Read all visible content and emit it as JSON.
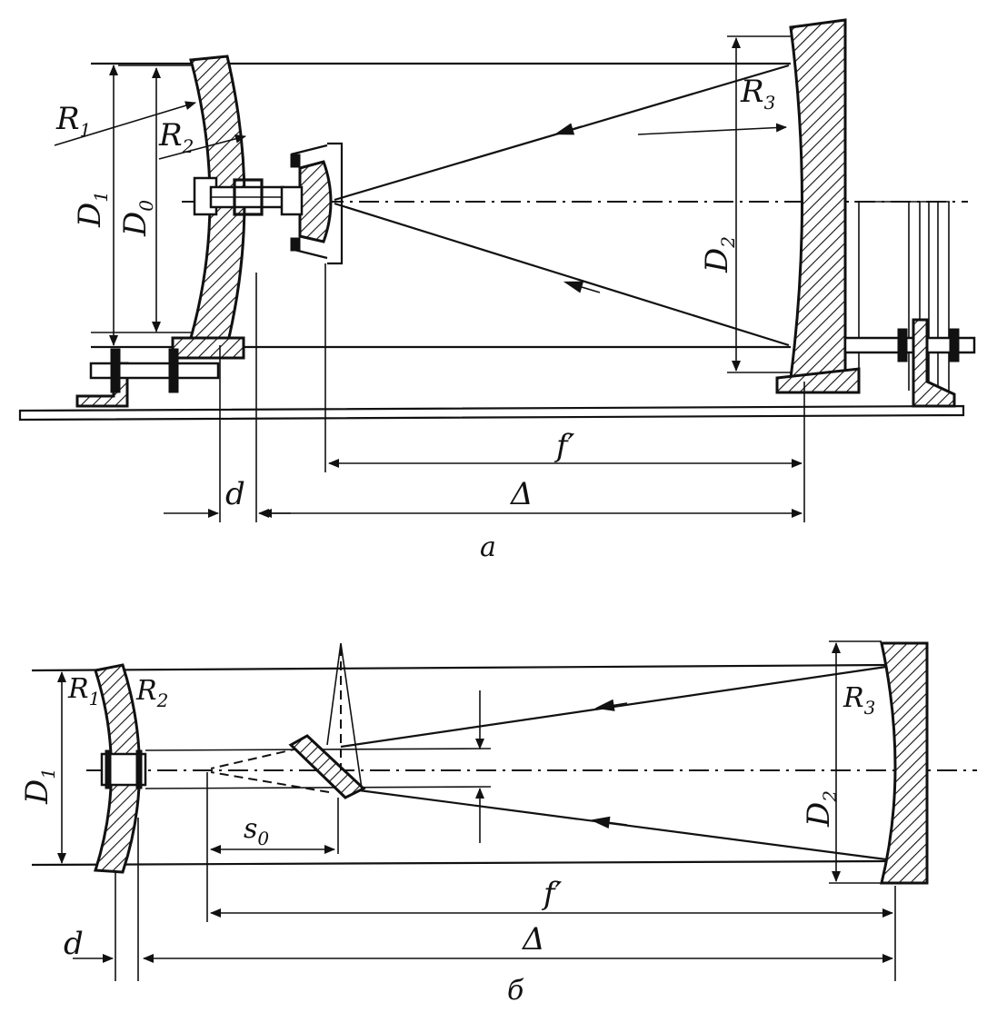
{
  "figure_a": {
    "caption": "а",
    "labels": {
      "R1": "R",
      "R1_sub": "1",
      "R2": "R",
      "R2_sub": "2",
      "R3": "R",
      "R3_sub": "3",
      "D1": "D",
      "D1_sub": "1",
      "D0": "D",
      "D0_sub": "0",
      "D2": "D",
      "D2_sub": "2",
      "f": "f′",
      "d": "d",
      "delta": "Δ"
    }
  },
  "figure_b": {
    "caption": "б",
    "labels": {
      "R1": "R",
      "R1_sub": "1",
      "R2": "R",
      "R2_sub": "2",
      "R3": "R",
      "R3_sub": "3",
      "D1": "D",
      "D1_sub": "1",
      "D2": "D",
      "D2_sub": "2",
      "s0": "s",
      "s0_sub": "0",
      "f": "f′",
      "d": "d",
      "delta": "Δ"
    }
  }
}
